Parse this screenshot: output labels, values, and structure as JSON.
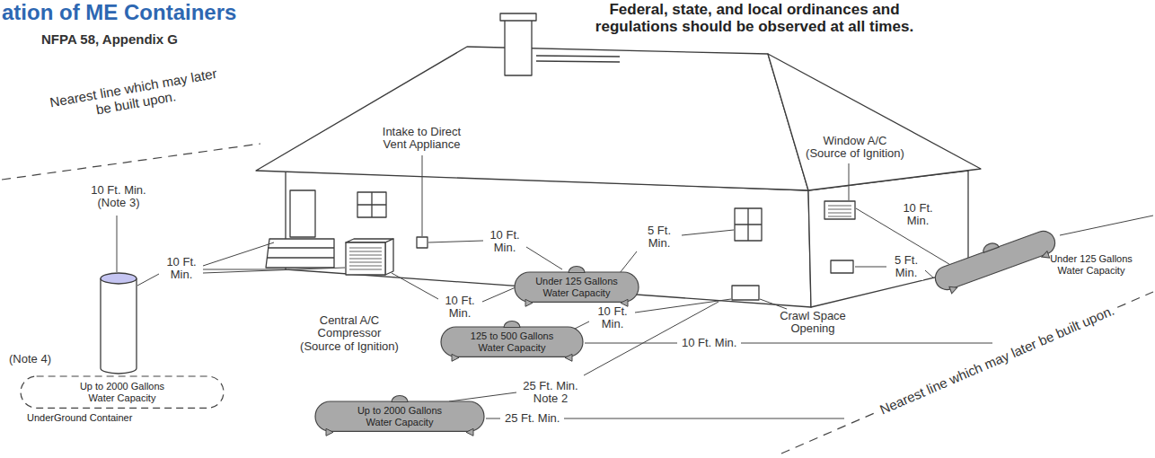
{
  "diagram": {
    "title": "ation of ME Containers",
    "nodes": [
      {
        "text": [
          "Up to 2000 Gallons Water Capacity",
          "UnderGround Container"
        ]
      },
      {
        "text": [
          "Under 125 Gallons Water Capacity"
        ]
      },
      {
        "text": [
          "125 to 500 Gallons Water Capacity"
        ]
      },
      {
        "text": [
          "Under 125 Gallons Water Capacity"
        ]
      },
      {
        "text": [
          "Up to 2000 Gallons Water Capacity"
        ]
      }
    ],
    "labels": [
      "Federal, state, and local ordinances and regulations should be observed at all times.",
      "NFPA 58, Appendix G",
      "Nearest line which may later be built upon.",
      "Intake to Direct Vent Appliance",
      "Window A/C (Source of Ignition)",
      "10 Ft. Min. (Note 3)",
      "10 Ft. Min.",
      "10 Ft. Min.",
      "5 Ft. Min.",
      "5 Ft. Min.",
      "10 Ft. Min.",
      "10 Ft. Min.",
      "Central A/C Compressor (Source of Ignition)",
      "Crawl Space Opening",
      "10 Ft. Min.",
      "10 Ft. Min.",
      "(Note 4)",
      "25 Ft. Min. Note 2",
      "25 Ft. Min.",
      "Nearest line which may later be built upon."
    ]
  }
}
